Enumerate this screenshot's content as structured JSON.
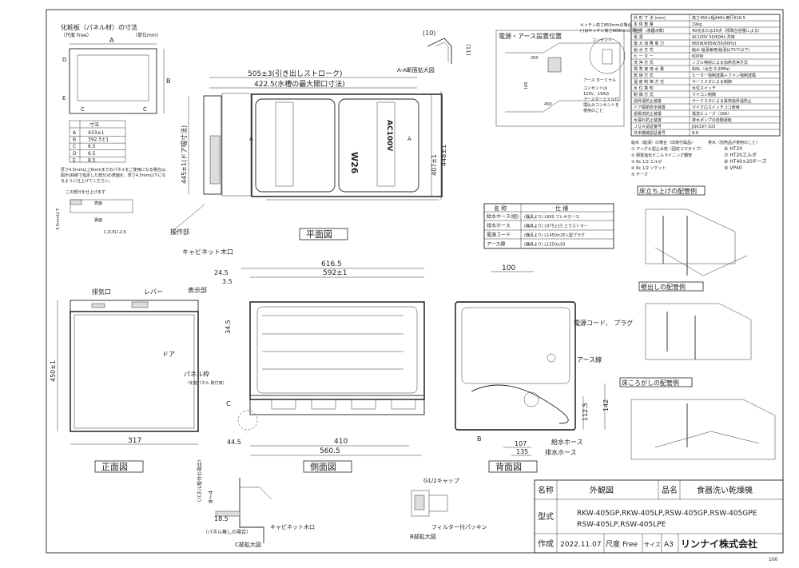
{
  "panel": {
    "title": "化粧板（パネル材）の寸法",
    "free": "（尺度 Free）",
    "unit": "（単位mm）",
    "lblA": "A",
    "lblB": "B",
    "lblC": "C",
    "lblD": "D",
    "lblE": "E",
    "table_header": "寸法",
    "rows": [
      {
        "k": "A",
        "v": "433±1"
      },
      {
        "k": "B",
        "v": "392.5±1"
      },
      {
        "k": "C",
        "v": "6.5"
      },
      {
        "k": "D",
        "v": "6.5"
      },
      {
        "k": "E",
        "v": "8.5"
      }
    ],
    "note1": "厚さ4.5mm以上6mmまでのパネルをご使用になる場合は、",
    "note2": "図示(斜線で指定した部分)の表面を、厚さ4.5mm以下にな",
    "note3": "るように仕上げてください。",
    "note4": "この部分を仕上げます",
    "surf": "表面",
    "back": "裏面",
    "cde": "C,D,Eによる",
    "dim45": "4.5mm以下"
  },
  "top": {
    "stroke": "505±3(引き出しストローク)",
    "opening": "422.5(水槽の最大開口寸法)",
    "door": "445±1(ドア幅寸法)",
    "depth1": "407±1",
    "depth2": "448±1",
    "opsec": "操作部",
    "label": "平面図",
    "label_w": "W26",
    "label_ac": "AC100V",
    "section_a": "A",
    "aa": "A-A断面拡大図",
    "d10": "(10)",
    "d11": "(11)"
  },
  "power": {
    "title": "電源・アース設置位置",
    "kitchen": "キッチン高さ850ｍｍの場合",
    "kitchen2": "( )はキッチン高さ800ｍｍの場合",
    "outlet": "コンセント",
    "earth": "アース\nターミナル",
    "note1": "コンセントは",
    "note2": "125V、15Aの",
    "note3": "アースターミナル付",
    "note4": "埋込みコンセントを",
    "note5": "使用のこと",
    "d200": "200",
    "d160": "160",
    "d450": "450"
  },
  "spec": {
    "rows": [
      [
        "外 形 寸 法 (mm)",
        "高さ450×幅448×奥行616.5"
      ],
      [
        "本 体 重 量",
        "19kg"
      ],
      [
        "容 量（食器点数）",
        "40点または30点（標準台容量による）"
      ],
      [
        "電 源",
        "AC100V 50/60Hz 共用"
      ],
      [
        "最 大 消 費 電 力",
        "665W/685W(50/60Hz)"
      ],
      [
        "給 水 方 式",
        "給水 給湯兼用(給湯は75℃以下)"
      ],
      [
        "ヒ ー タ ー",
        "600W"
      ],
      [
        "洗 浄 方 式",
        "ノズル噴射による加熱洗浄方式"
      ],
      [
        "標 準 使 用 水 量",
        "約9L（水圧 0.2MPa）"
      ],
      [
        "乾 燥 方 式",
        "ヒーター強制送風＋ファン強制送風"
      ],
      [
        "温 度 制 御 方 式",
        "サーミスタによる制御"
      ],
      [
        "水 位 検 知",
        "水位スイッチ"
      ],
      [
        "制 御 方 式",
        "マイコン制御"
      ],
      [
        "過昇温防止装置",
        "サーミスタによる異常過昇温防止"
      ],
      [
        "ドア開閉安全装置",
        "マイクロスイッチ 2コ使用"
      ],
      [
        "過電流防止装置",
        "電流ヒューズ（18A）"
      ],
      [
        "水漏れ防止装置",
        "排水ポンプの自動運転"
      ],
      [
        "ＪＱＡ認証番号",
        "JQ0197-103"
      ],
      [
        "日本機械認証番号",
        "8-6"
      ]
    ]
  },
  "pipe": {
    "head1": "給水（給湯）の場合（出荷付属品）",
    "head2": "排水（別売品が使用のこと）",
    "items1": [
      "① アングル型止水栓（固定コマタイプ）",
      "② 硬質塩化ビニルライニング鋼管",
      "③ Rc 1/2 エルボ",
      "④ Rc 1/2 ソケット",
      "⑤ チーズ"
    ],
    "items2": [
      "⑥ HT20",
      "⑦ HT20エルボ",
      "⑧ HT40×20チーズ",
      "⑨ VP40"
    ],
    "floor": "床立ち上げの配管例",
    "wall": "壁出しの配管例",
    "roll": "床ころがしの配管例"
  },
  "hose": {
    "h1": "名 称",
    "h2": "仕 様",
    "rows": [
      [
        "給水ホース(組)",
        "(器具より) L950 フレキホース"
      ],
      [
        "排水ホース",
        "(器具より) L975±15 エラストマー"
      ],
      [
        "電源コード",
        "(器具より) L1450±25 L型プラグ"
      ],
      [
        "アース線",
        "(器具より) L1550±50"
      ]
    ]
  },
  "front": {
    "label": "正面図",
    "exhaust": "排気口",
    "lever": "レバー",
    "display": "表示部",
    "door": "ドア",
    "frame": "パネル枠",
    "frame_note": "（化粧パネル\n取付用）",
    "h450": "450±1",
    "w317": "317",
    "c": "C",
    "cab": "キャビネット木口"
  },
  "side": {
    "label": "側面図",
    "d616": "616.5",
    "d592": "592±1",
    "d245": "24.5",
    "d35": "3.5",
    "d345": "34.5",
    "d445": "44.5",
    "d410": "410",
    "d560": "560.5",
    "cab": "キャビネット木口"
  },
  "back": {
    "label": "背面図",
    "d100": "100",
    "cord": "電源コード、\nプラグ",
    "earth": "アース線",
    "d1125": "112.5",
    "d142": "142",
    "d107": "107",
    "d135": "135",
    "supply": "給水ホース",
    "drain": "排水ホース",
    "b": "B"
  },
  "detail_c": {
    "label": "C部拡大図",
    "d84": "8〜4",
    "panel_note": "（パネル取付の場合）",
    "d185": "18.5",
    "panel_none": "（パネル無しの場合）",
    "cab": "キャビネット木口"
  },
  "detail_b": {
    "label": "B部拡大図",
    "cap": "G1/2キャップ",
    "packing": "フィルター付パッキン"
  },
  "titleblock": {
    "name_k": "名称",
    "name_v": "外観図",
    "prod_k": "品名",
    "prod_v": "食器洗い乾燥機",
    "type_k": "型式",
    "type_v1": "RKW-405GP,RKW-405LP,RSW-405GP,RSW-405GPE",
    "type_v2": "RSW-405LP,RSW-405LPE",
    "made_k": "作成",
    "date": "2022.11.07",
    "scale_k": "尺度",
    "scale_v": "Free",
    "size_k": "サイズ",
    "size_v": "A3",
    "company": "リンナイ株式会社",
    "page": "100"
  }
}
